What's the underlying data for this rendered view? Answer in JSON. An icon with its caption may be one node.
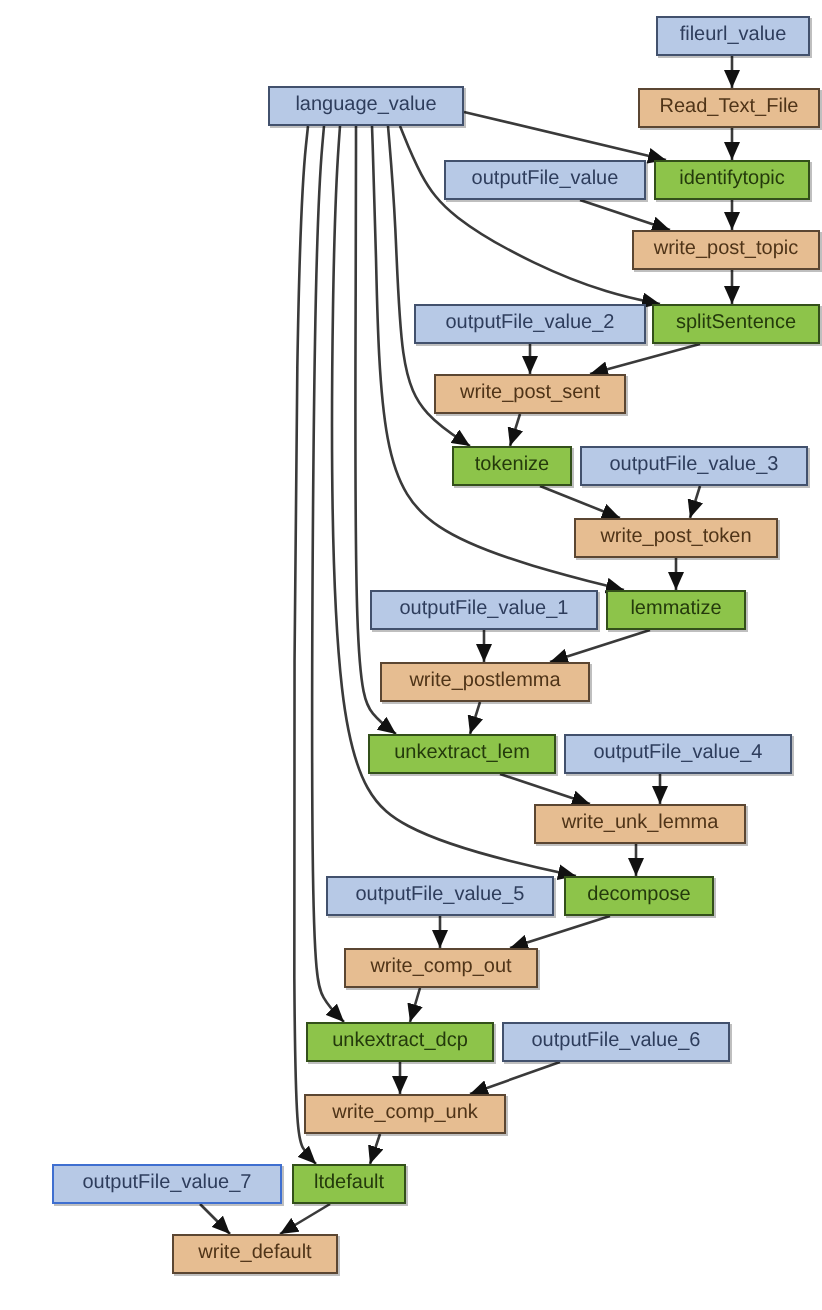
{
  "diagram": {
    "nodes": [
      {
        "text": [
          "fileurl_value"
        ]
      },
      {
        "text": [
          "Read_Text_File"
        ]
      },
      {
        "text": [
          "language_value"
        ]
      },
      {
        "text": [
          "outputFile_value"
        ]
      },
      {
        "text": [
          "identifytopic"
        ]
      },
      {
        "text": [
          "write_post_topic"
        ]
      },
      {
        "text": [
          "outputFile_value_2"
        ]
      },
      {
        "text": [
          "splitSentence"
        ]
      },
      {
        "text": [
          "write_post_sent"
        ]
      },
      {
        "text": [
          "tokenize"
        ]
      },
      {
        "text": [
          "outputFile_value_3"
        ]
      },
      {
        "text": [
          "write_post_token"
        ]
      },
      {
        "text": [
          "outputFile_value_1"
        ]
      },
      {
        "text": [
          "lemmatize"
        ]
      },
      {
        "text": [
          "write_postlemma"
        ]
      },
      {
        "text": [
          "unkextract_lem"
        ]
      },
      {
        "text": [
          "outputFile_value_4"
        ]
      },
      {
        "text": [
          "write_unk_lemma"
        ]
      },
      {
        "text": [
          "outputFile_value_5"
        ]
      },
      {
        "text": [
          "decompose"
        ]
      },
      {
        "text": [
          "write_comp_out"
        ]
      },
      {
        "text": [
          "unkextract_dcp"
        ]
      },
      {
        "text": [
          "outputFile_value_6"
        ]
      },
      {
        "text": [
          "write_comp_unk"
        ]
      },
      {
        "text": [
          "outputFile_value_7"
        ]
      },
      {
        "text": [
          "ltdefault"
        ]
      },
      {
        "text": [
          "write_default"
        ]
      }
    ],
    "edges": [
      {
        "from": 0,
        "to": 1,
        "arrow": "to"
      },
      {
        "from": 1,
        "to": 4,
        "arrow": "to"
      },
      {
        "from": 2,
        "to": 4,
        "arrow": "to"
      },
      {
        "from": 4,
        "to": 5,
        "arrow": "to"
      },
      {
        "from": 3,
        "to": 5,
        "arrow": "to"
      },
      {
        "from": 5,
        "to": 7,
        "arrow": "to"
      },
      {
        "from": 2,
        "to": 7,
        "arrow": "to"
      },
      {
        "from": 6,
        "to": 8,
        "arrow": "to"
      },
      {
        "from": 7,
        "to": 8,
        "arrow": "to"
      },
      {
        "from": 8,
        "to": 9,
        "arrow": "to"
      },
      {
        "from": 2,
        "to": 9,
        "arrow": "to"
      },
      {
        "from": 9,
        "to": 11,
        "arrow": "to"
      },
      {
        "from": 10,
        "to": 11,
        "arrow": "to"
      },
      {
        "from": 11,
        "to": 13,
        "arrow": "to"
      },
      {
        "from": 2,
        "to": 13,
        "arrow": "to"
      },
      {
        "from": 12,
        "to": 14,
        "arrow": "to"
      },
      {
        "from": 13,
        "to": 14,
        "arrow": "to"
      },
      {
        "from": 14,
        "to": 15,
        "arrow": "to"
      },
      {
        "from": 2,
        "to": 15,
        "arrow": "to"
      },
      {
        "from": 15,
        "to": 17,
        "arrow": "to"
      },
      {
        "from": 16,
        "to": 17,
        "arrow": "to"
      },
      {
        "from": 17,
        "to": 19,
        "arrow": "to"
      },
      {
        "from": 2,
        "to": 19,
        "arrow": "to"
      },
      {
        "from": 18,
        "to": 20,
        "arrow": "to"
      },
      {
        "from": 19,
        "to": 20,
        "arrow": "to"
      },
      {
        "from": 20,
        "to": 21,
        "arrow": "to"
      },
      {
        "from": 2,
        "to": 21,
        "arrow": "to"
      },
      {
        "from": 21,
        "to": 23,
        "arrow": "to"
      },
      {
        "from": 22,
        "to": 23,
        "arrow": "to"
      },
      {
        "from": 23,
        "to": 25,
        "arrow": "to"
      },
      {
        "from": 2,
        "to": 25,
        "arrow": "to"
      },
      {
        "from": 24,
        "to": 26,
        "arrow": "to"
      },
      {
        "from": 25,
        "to": 26,
        "arrow": "to"
      }
    ]
  }
}
